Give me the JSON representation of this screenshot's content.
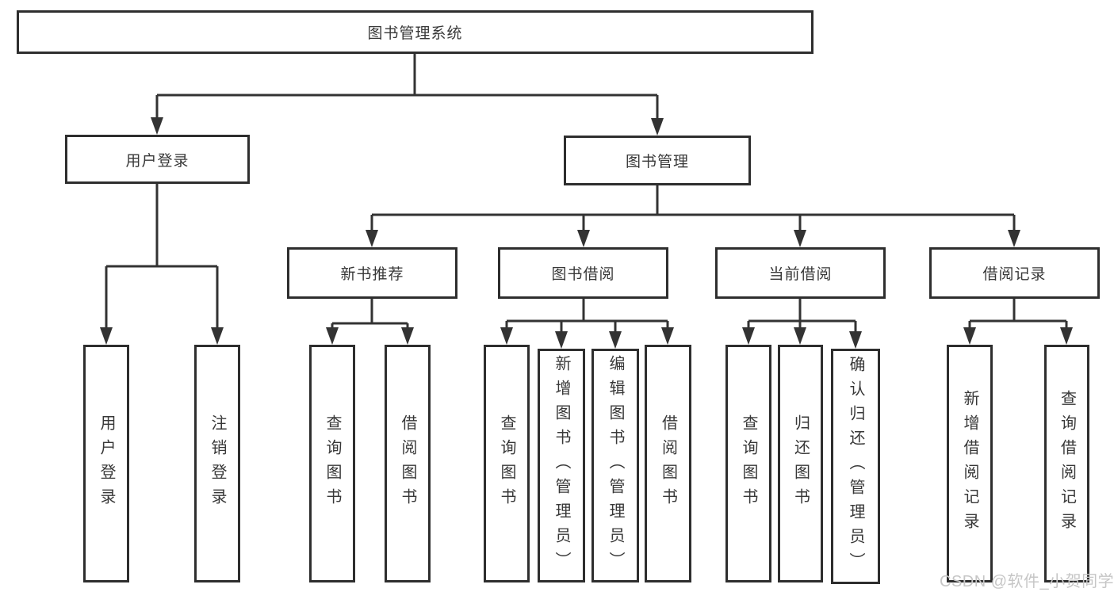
{
  "diagram": {
    "tree": {
      "label": "图书管理系统",
      "children": [
        {
          "label": "用户登录",
          "children": [
            {
              "label": "用户登录"
            },
            {
              "label": "注销登录"
            }
          ]
        },
        {
          "label": "图书管理",
          "children": [
            {
              "label": "新书推荐",
              "children": [
                {
                  "label": "查询图书"
                },
                {
                  "label": "借阅图书"
                }
              ]
            },
            {
              "label": "图书借阅",
              "children": [
                {
                  "label": "查询图书"
                },
                {
                  "label": "新增图书（管理员）"
                },
                {
                  "label": "编辑图书（管理员）"
                },
                {
                  "label": "借阅图书"
                }
              ]
            },
            {
              "label": "当前借阅",
              "children": [
                {
                  "label": "查询图书"
                },
                {
                  "label": "归还图书"
                },
                {
                  "label": "确认归还（管理员）"
                }
              ]
            },
            {
              "label": "借阅记录",
              "children": [
                {
                  "label": "新增借阅记录"
                },
                {
                  "label": "查询借阅记录"
                }
              ]
            }
          ]
        }
      ]
    }
  },
  "watermark": "CSDN @软件_小贺同学",
  "colors": {
    "line": "#333333",
    "border": "#2e2e2e",
    "text": "#383838",
    "watermark": "#c6c6c6",
    "background": "#ffffff"
  }
}
